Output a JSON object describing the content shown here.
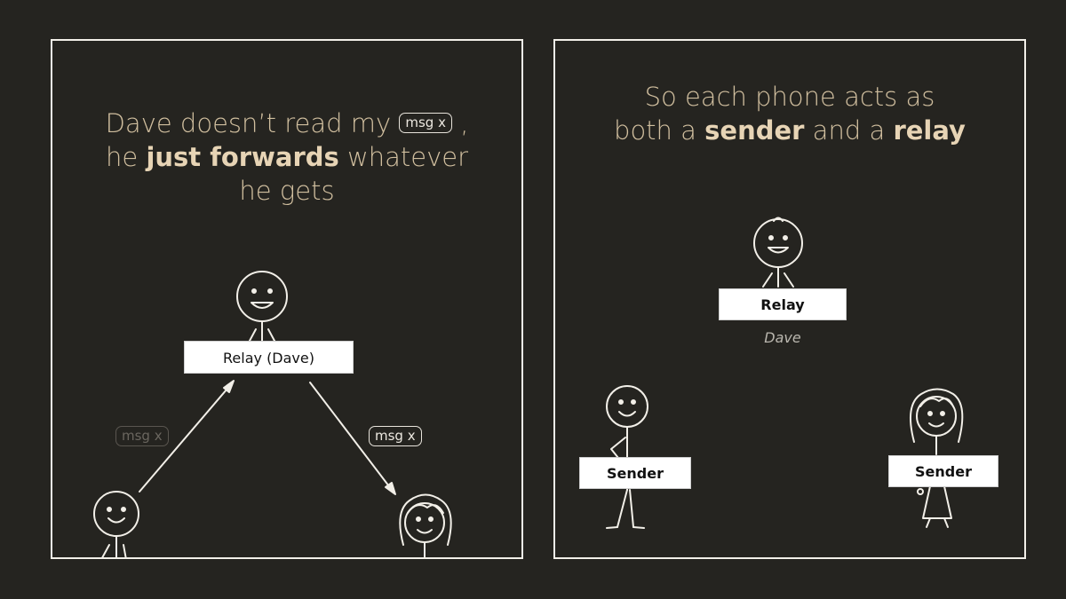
{
  "left_panel": {
    "caption": {
      "line1_before": "Dave doesn’t read my",
      "line1_after": ",",
      "pill": "msg x",
      "line2_before": "he",
      "line2_bold": "just forwards",
      "line2_after": "whatever",
      "line3": "he gets"
    },
    "relay_label": "Relay (Dave)",
    "msg_left": "msg x",
    "msg_right": "msg x"
  },
  "right_panel": {
    "caption": {
      "line1": "So each phone acts as",
      "line2_a": "both a",
      "line2_bold1": "sender",
      "line2_b": "and a",
      "line2_bold2": "relay"
    },
    "relay_label": "Relay",
    "relay_name": "Dave",
    "sender_left": "Sender",
    "sender_right": "Sender"
  },
  "colors": {
    "background": "#252420",
    "accent": "#d1bf9f",
    "line": "#f2efe8"
  }
}
